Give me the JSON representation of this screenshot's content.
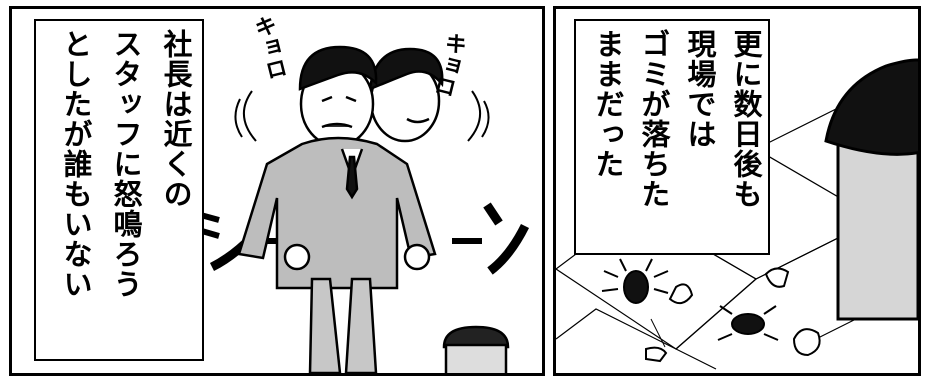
{
  "panel_left": {
    "caption_lines": [
      "社長は近くの",
      "スタッフに怒鳴ろう",
      "としたが誰もいない"
    ],
    "sfx_kyoro_1": "キョロ",
    "sfx_kyoro_2": "キョロ"
  },
  "panel_right": {
    "caption_lines": [
      "更に数日後も",
      "現場では",
      "ゴミが落ちた",
      "ままだった"
    ]
  }
}
